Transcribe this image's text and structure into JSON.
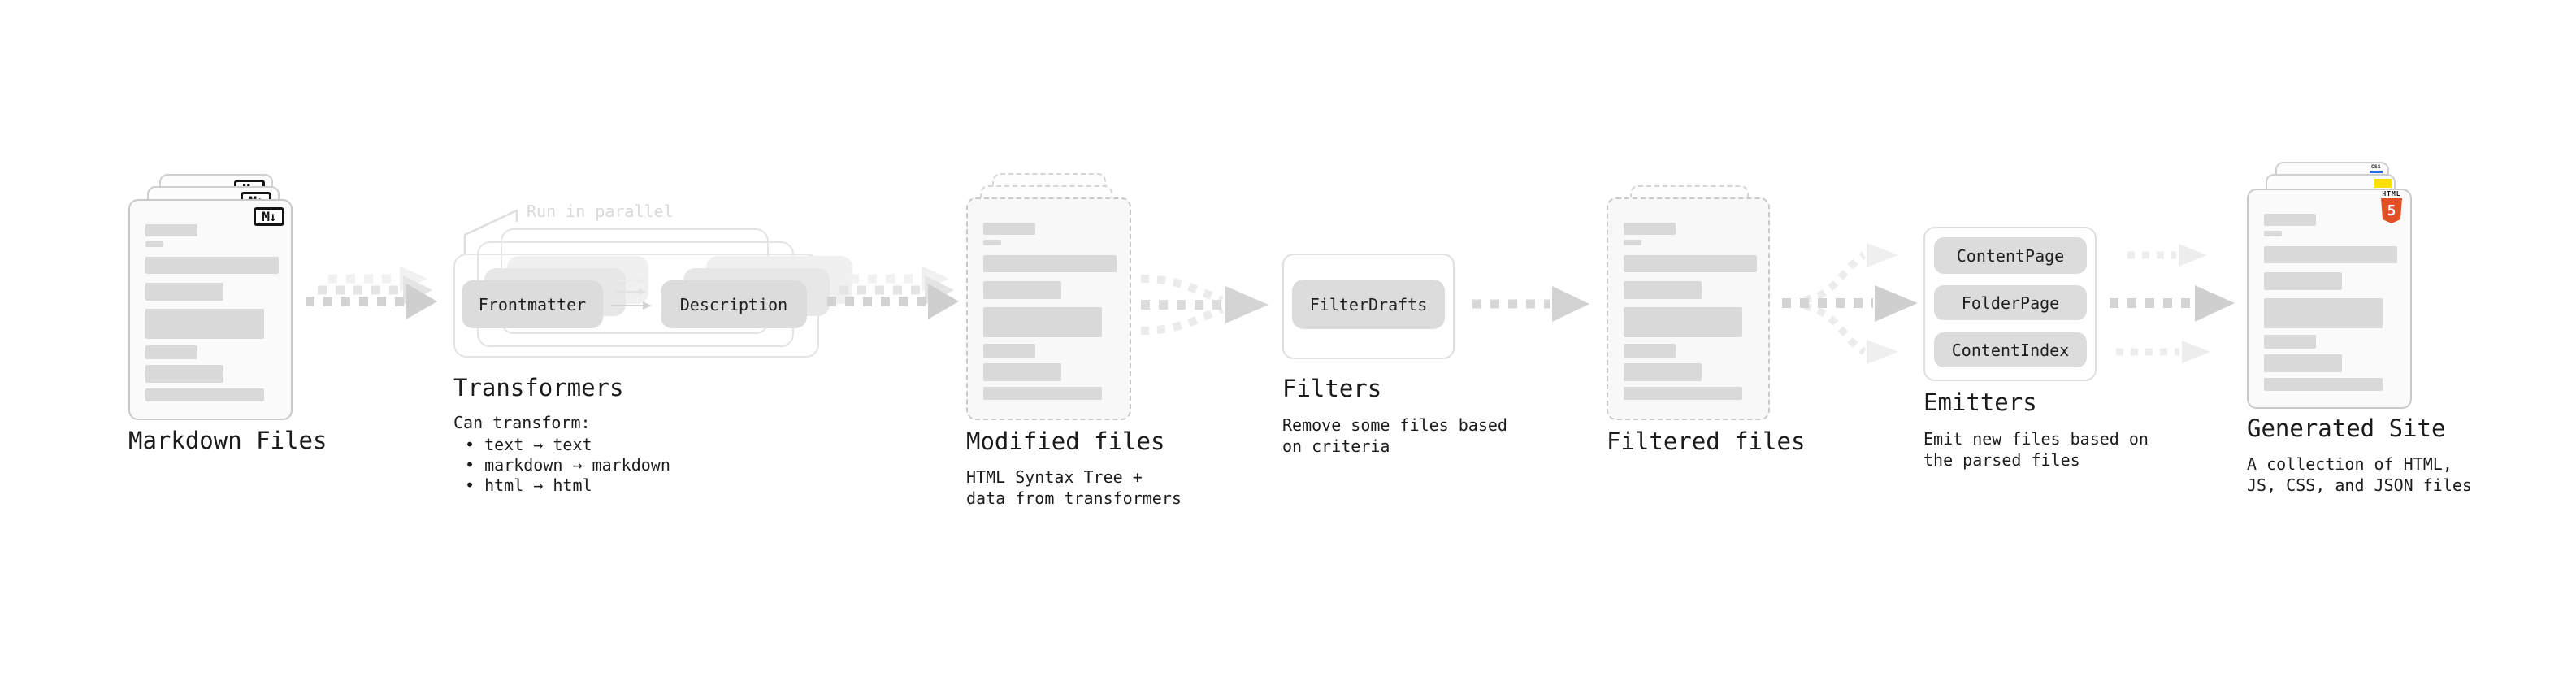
{
  "diagram": {
    "markdown": {
      "title": "Markdown Files",
      "icon": "M↓"
    },
    "transformers": {
      "annotation": "Run in parallel",
      "pill1": "Frontmatter",
      "pill2": "Description",
      "title": "Transformers",
      "body1": "Can transform:",
      "bullet1": "• text → text",
      "bullet2": "• markdown → markdown",
      "bullet3": "• html → html"
    },
    "modified": {
      "title": "Modified files",
      "body1": "HTML Syntax Tree +",
      "body2": "data from transformers"
    },
    "filters": {
      "pill1": "FilterDrafts",
      "title": "Filters",
      "body1": "Remove some files based",
      "body2": "on criteria"
    },
    "filtered": {
      "title": "Filtered files"
    },
    "emitters": {
      "pill1": "ContentPage",
      "pill2": "FolderPage",
      "pill3": "ContentIndex",
      "title": "Emitters",
      "body1": "Emit new files based on",
      "body2": "the parsed files"
    },
    "generated": {
      "title": "Generated Site",
      "body1": "A collection of HTML,",
      "body2": "JS, CSS, and JSON files",
      "html5_word": "HTML",
      "html5_number": "5",
      "css_word": "CSS"
    }
  },
  "colors": {
    "background": "#ffffff",
    "title_text": "#1c1c1c",
    "doc_fill": "#fafafa",
    "doc_border": "#c9c9c9",
    "skeleton_bar": "#d9d9d9",
    "pill_fill": "#dcdcdc",
    "pill_text": "#1f1f1f",
    "outline_box_border": "#e4e4e4",
    "annotation_text": "#d9d9d9",
    "arrow_dark": "#d2d2d2",
    "arrow_light": "#ececec",
    "html5_orange": "#e34f26",
    "js_yellow": "#ffdf00",
    "css_blue": "#2b6de0"
  }
}
